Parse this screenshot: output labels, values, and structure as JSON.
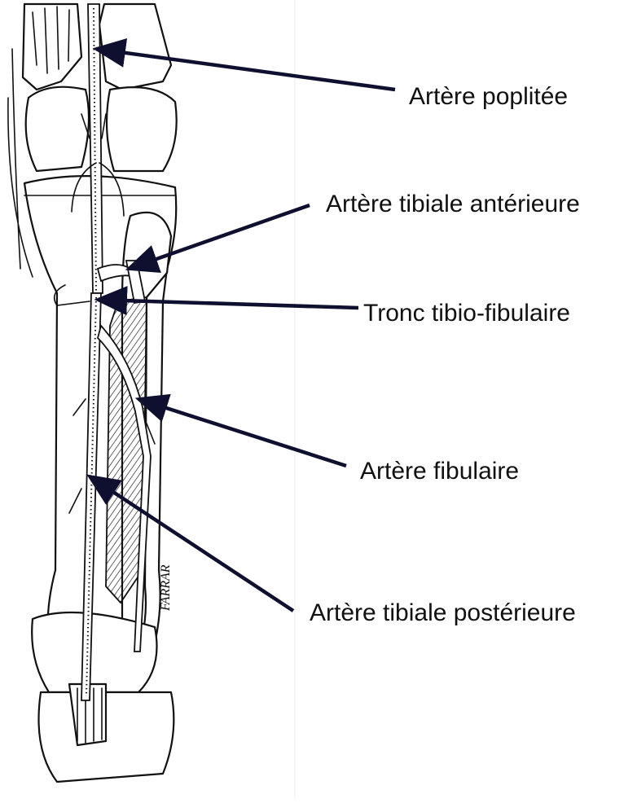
{
  "labels": {
    "poplitea": "Artère poplitée",
    "tibiale_anterieure": "Artère tibiale antérieure",
    "tronc_tibio_fibulaire": "Tronc tibio-fibulaire",
    "fibulaire": "Artère fibulaire",
    "tibiale_posterieure": "Artère tibiale postérieure"
  },
  "signature": "FARRAR",
  "colors": {
    "arrow": "#0f1030",
    "ink": "#111111",
    "background": "#ffffff"
  }
}
